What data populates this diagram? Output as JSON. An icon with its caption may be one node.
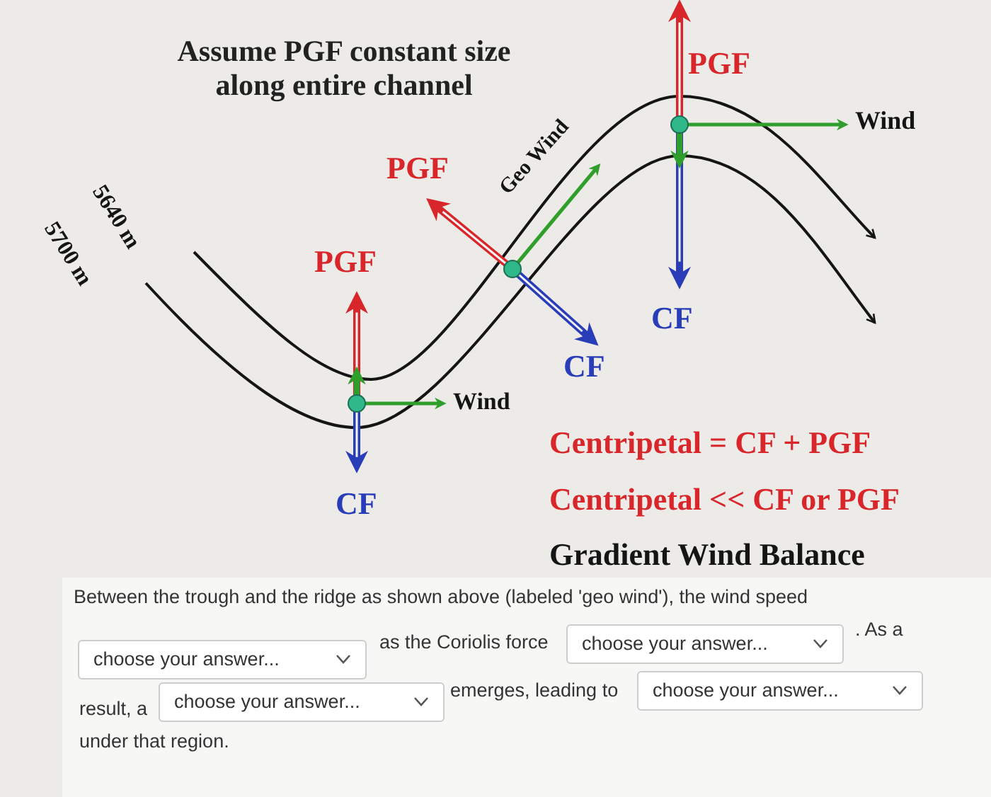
{
  "diagram": {
    "labels": [
      "Assume PGF constant size along entire channel",
      "PGF",
      "Wind",
      "PGF",
      "Geo Wind",
      "5640 m",
      "5700 m",
      "PGF",
      "CF",
      "CF",
      "Wind",
      "Centripetal = CF + PGF",
      "CF",
      "Centripetal << CF or PGF",
      "Gradient Wind Balance",
      "Between the trough and the ridge as shown above (labeled 'geo wind'), the wind speed",
      "choose your answer...",
      "as the Coriolis force",
      "choose your answer...",
      ". As a",
      "result, a",
      "choose your answer...",
      "emerges, leading to",
      "choose your answer...",
      "under that region."
    ]
  }
}
